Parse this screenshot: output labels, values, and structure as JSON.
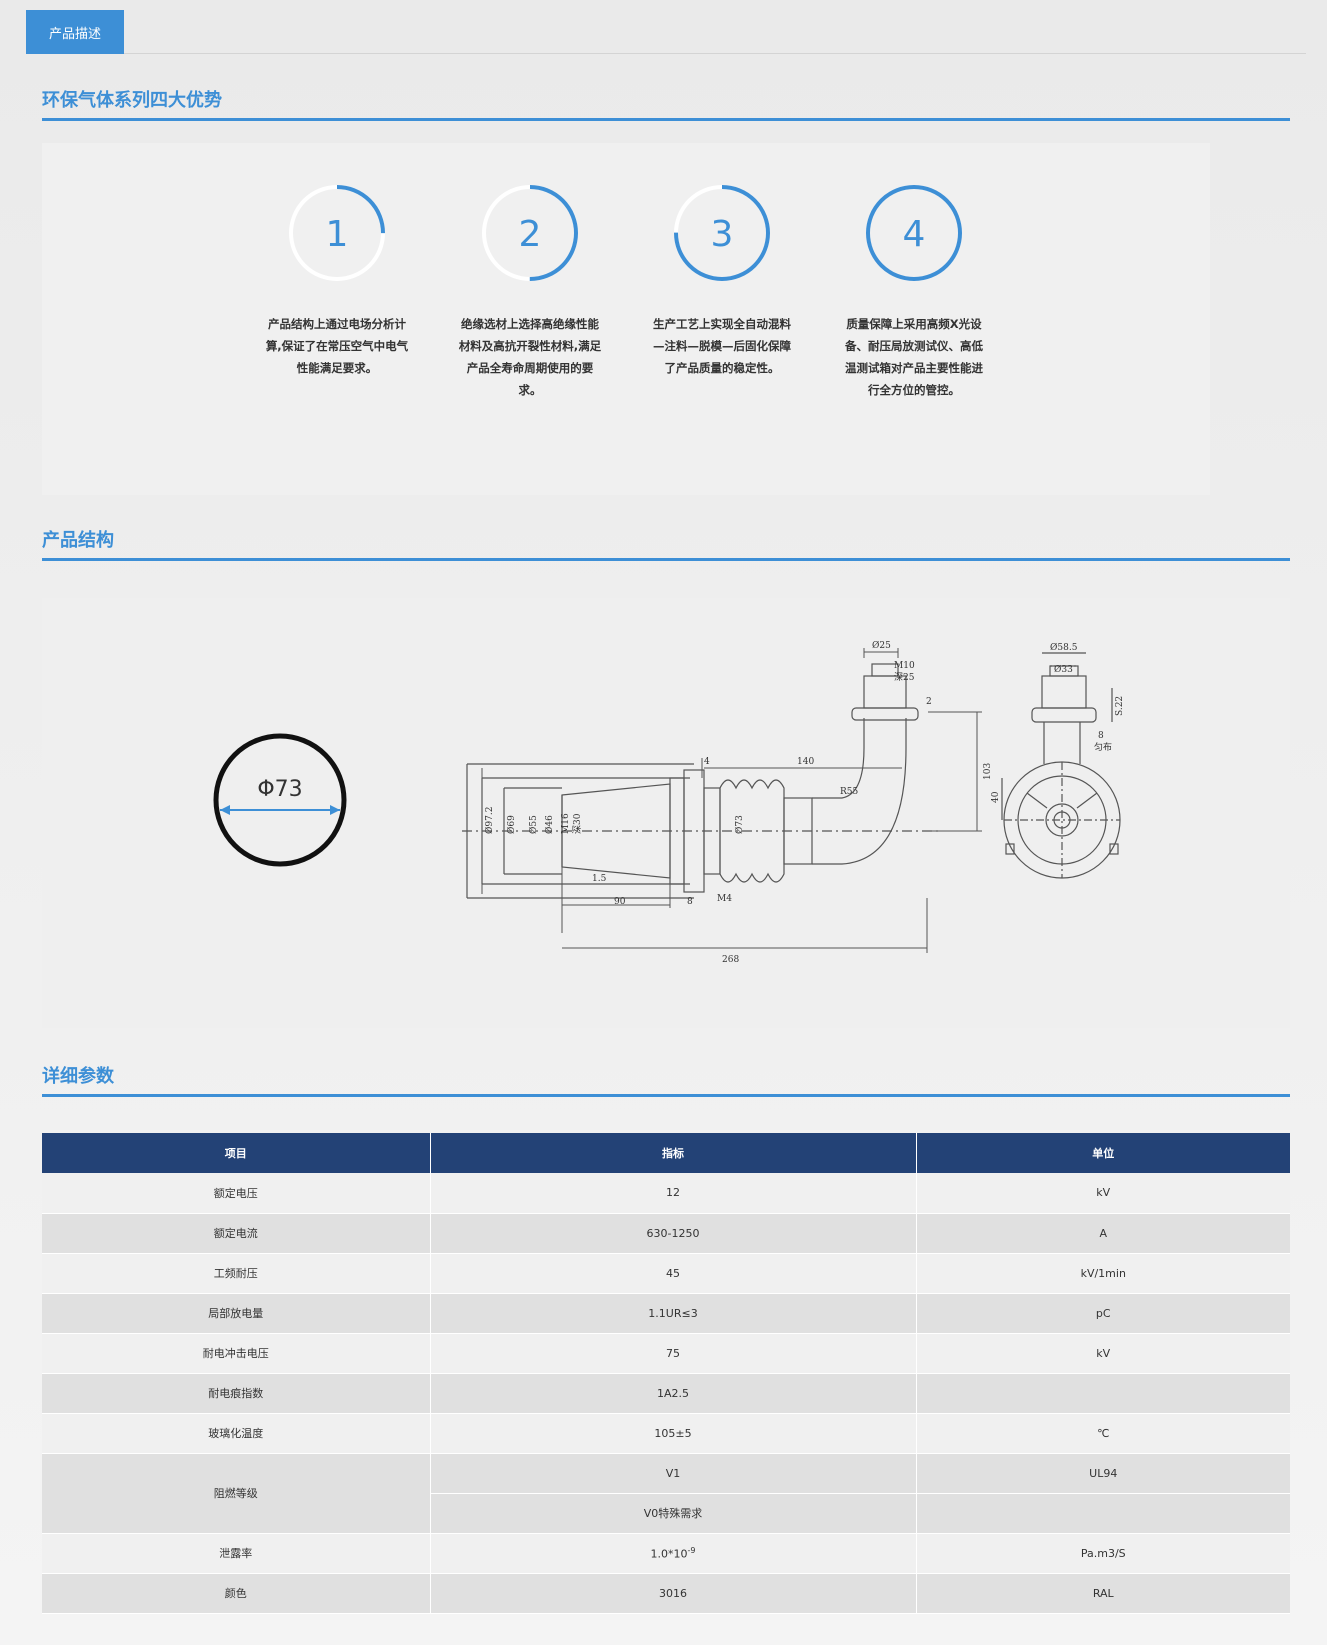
{
  "tab": {
    "label": "产品描述"
  },
  "sections": {
    "advantages": "环保气体系列四大优势",
    "structure": "产品结构",
    "params": "详细参数"
  },
  "advantages": [
    {
      "number": "1",
      "progress": 0.25,
      "text": "产品结构上通过电场分析计算,保证了在常压空气中电气性能满足要求。"
    },
    {
      "number": "2",
      "progress": 0.5,
      "text": "绝缘选材上选择高绝缘性能材料及高抗开裂性材料,满足产品全寿命周期使用的要求。"
    },
    {
      "number": "3",
      "progress": 0.75,
      "text": "生产工艺上实现全自动混料—注料—脱模—后固化保障了产品质量的稳定性。"
    },
    {
      "number": "4",
      "progress": 1.0,
      "text": "质量保障上采用高频X光设备、耐压局放测试仪、高低温测试箱对产品主要性能进行全方位的管控。"
    }
  ],
  "drawing": {
    "ring_label": "Φ73",
    "dims": {
      "d97": "Ø97.2",
      "d69": "Ø69",
      "d55": "Ø55",
      "d46": "Ø46",
      "m16": "M16",
      "d30": "深30",
      "d73": "Ø73",
      "w15": "1.5",
      "w90": "90",
      "w8": "8",
      "m4": "M4",
      "w268": "268",
      "w4": "4",
      "w140": "140",
      "r55": "R55",
      "d25": "Ø25",
      "m10": "M10",
      "deep25": "深25",
      "h2": "2",
      "h103": "103",
      "d585": "Ø58.5",
      "d33": "Ø33",
      "s22": "S.22",
      "h8": "8",
      "even": "匀布",
      "h40": "40"
    }
  },
  "table": {
    "headers": [
      "项目",
      "指标",
      "单位"
    ],
    "rows": [
      [
        "额定电压",
        "12",
        "kV"
      ],
      [
        "额定电流",
        "630-1250",
        "A"
      ],
      [
        "工频耐压",
        "45",
        "kV/1min"
      ],
      [
        "局部放电量",
        "1.1UR≤3",
        "pC"
      ],
      [
        "耐电冲击电压",
        "75",
        "kV"
      ],
      [
        "耐电痕指数",
        "1A2.5",
        ""
      ]
    ],
    "rows2": [
      [
        "玻璃化温度",
        "105±5",
        "℃"
      ]
    ],
    "flame": {
      "label": "阻燃等级",
      "v1": "V1",
      "v1_unit": "UL94",
      "v0": "V0特殊需求",
      "v0_unit": ""
    },
    "leak": {
      "label": "泄露率",
      "value_base": "1.0*10",
      "value_exp": "-9",
      "unit": "Pa.m3/S"
    },
    "color": [
      "颜色",
      "3016",
      "RAL"
    ]
  }
}
